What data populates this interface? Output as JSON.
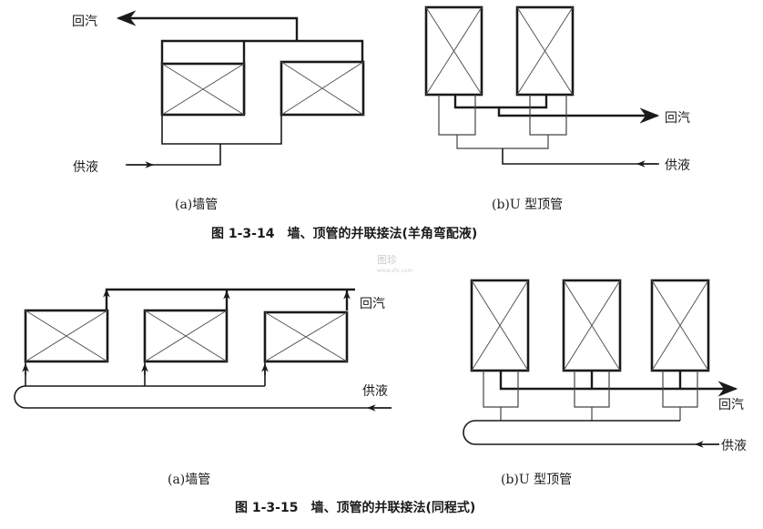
{
  "labels": {
    "return_gas": "回汽",
    "supply_liquid": "供液"
  },
  "fig14": {
    "sub_a": "(a)墙管",
    "sub_b": "(b)U 型顶管",
    "caption": "图 1-3-14　墙、顶管的并联接法(羊角弯配液)"
  },
  "fig15": {
    "sub_a": "(a)墙管",
    "sub_b": "(b)U 型顶管",
    "caption": "图 1-3-15　墙、顶管的并联接法(同程式)"
  },
  "watermark": {
    "main": "图珍",
    "sub": "www.zhi.com"
  }
}
